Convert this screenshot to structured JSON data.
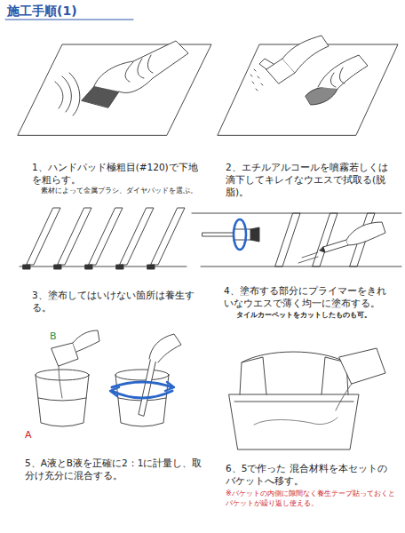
{
  "diagram": {
    "title": "施工手順(1)",
    "labels": [
      "1、ハンドパッド極粗目(#120)で下地を粗らす。",
      "素材によって金属ブラシ、ダイヤパッドを選ぶ。",
      "2、エチルアルコールを噴霧若しくは滴下してキレイなウエスで拭取る(脱脂)。",
      "3、塗布してはいけない箇所は養生する。",
      "4、塗布する部分にプライマーをきれいなウエスで薄く均一に塗布する。",
      "タイルカーペットをカットしたものも可。",
      "B",
      "A",
      "5、A液とB液を正確に2：1に計量し、取分け充分に混合する。",
      "6、5で作った 混合材料を本セットのバケットへ移す。",
      "※バケットの内側に隙間なく養生テープ貼っておくとバケットが繰り返し使える。"
    ]
  }
}
